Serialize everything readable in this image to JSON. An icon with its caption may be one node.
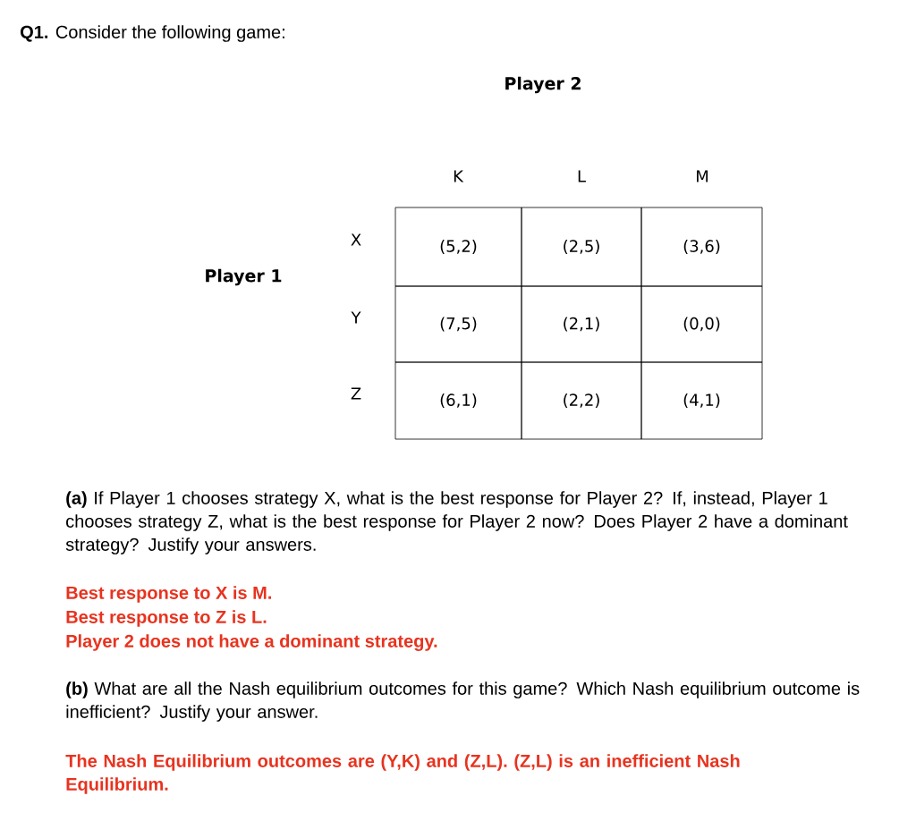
{
  "diagram": {
    "title": "**Q1.** Consider the following game:",
    "labels": [
      "Player 2",
      "K",
      "L",
      "M",
      "X",
      "(5,2)",
      "(2,5)",
      "(3,6)",
      "Player 1",
      "Y",
      "(7,5)",
      "(2,1)",
      "(0,0)",
      "Z",
      "(6,1)",
      "(2,2)",
      "(4,1)",
      "**(a)** If Player 1 chooses strategy X, what is the best response for Player 2? If, instead, Player 1 chooses strategy Z, what is the best response for Player 2 now? Does Player 2 have a dominant strategy? Justify your answers.",
      "Best response to X is M.",
      "Best response to Z is L.",
      "Player 2 does not have a dominant strategy.",
      "**(b)** What are all the Nash equilibrium outcomes for this game? Which Nash equilibrium outcome is inefficient? Justify your answer.",
      "The Nash Equilibrium outcomes are (Y,K) and (Z,L). (Z,L) is an inefficient Nash Equilibrium."
    ]
  }
}
